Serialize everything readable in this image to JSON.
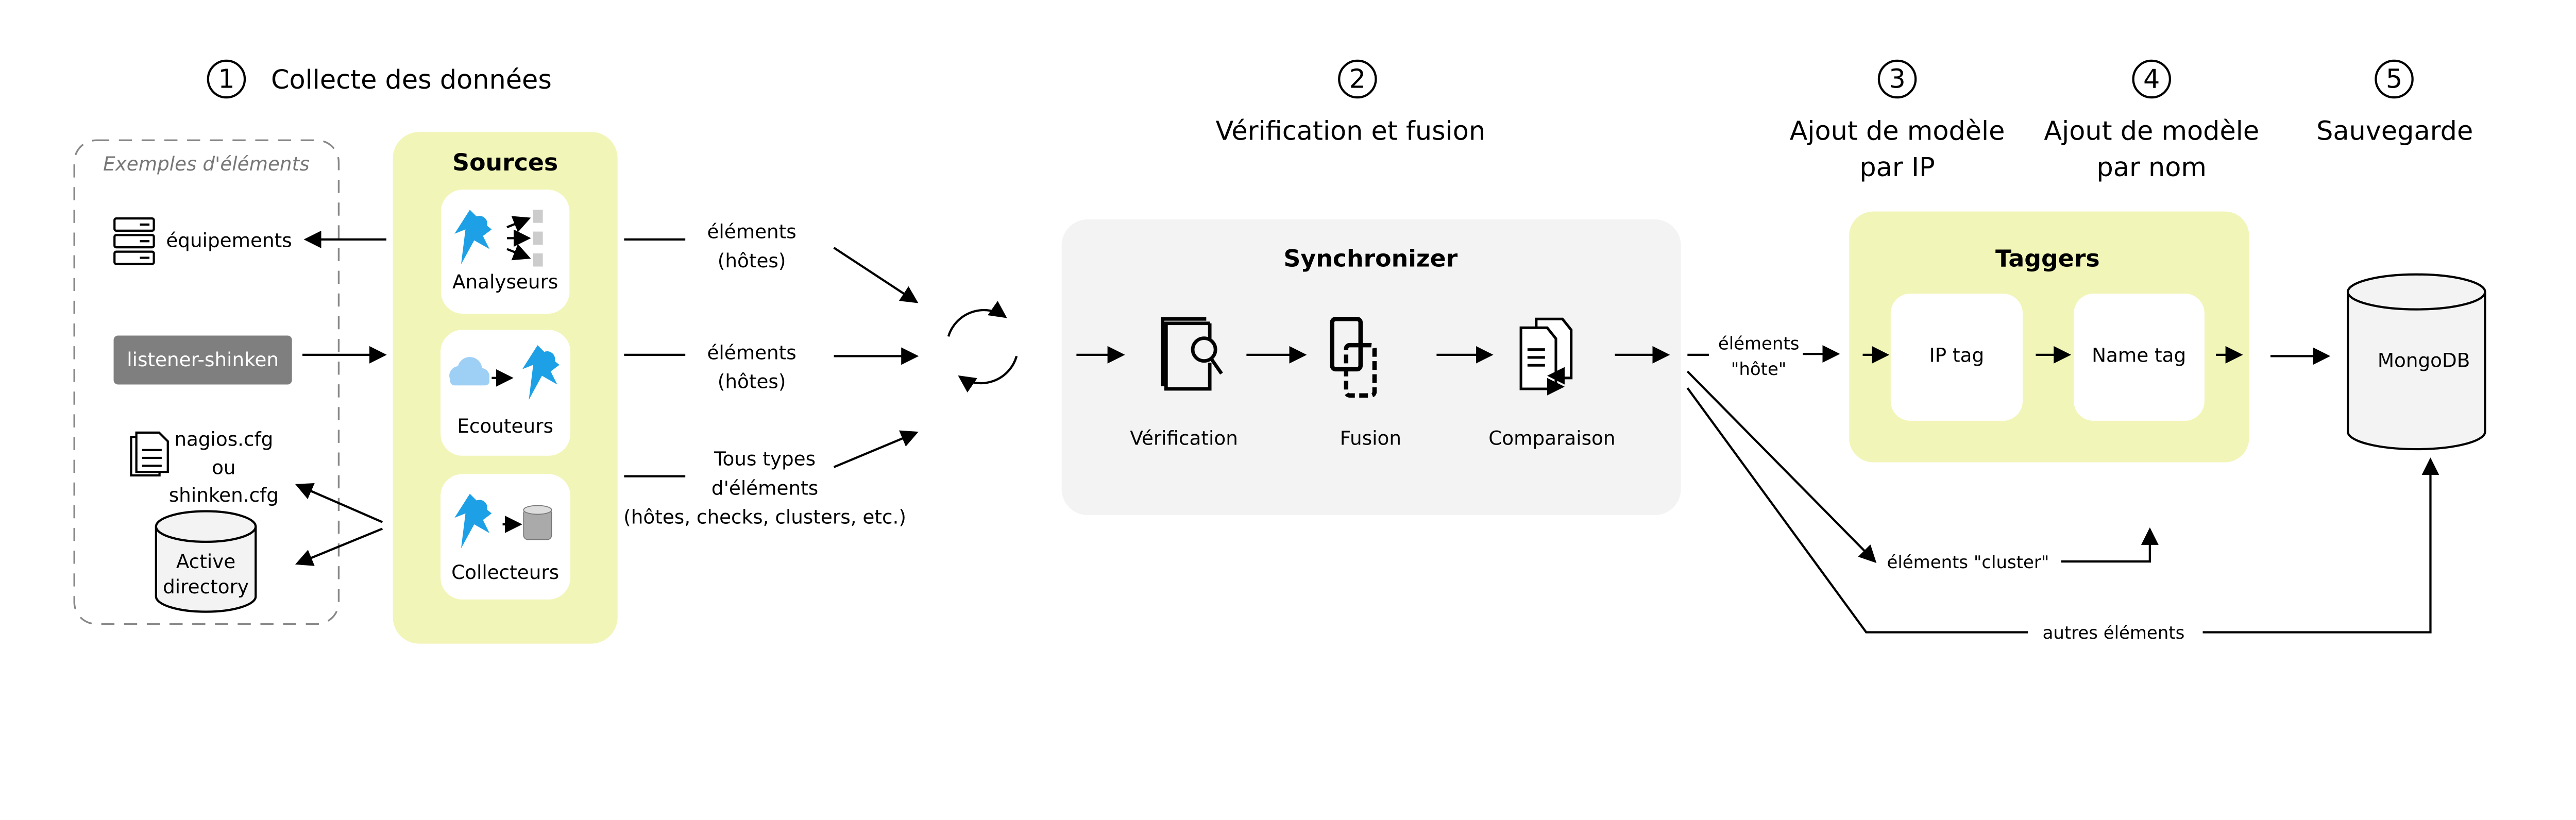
{
  "colors": {
    "source_box": "#f2f5b8",
    "taggers_box": "#f2f5b8",
    "sync_box": "#f3f3f3",
    "listener_box": "#7f7f7f",
    "ninja_blue": "#1ea0e6"
  },
  "steps": [
    {
      "number": "1",
      "title": "Collecte des données"
    },
    {
      "number": "2",
      "title": "Vérification et fusion"
    },
    {
      "number": "3",
      "title_line1": "Ajout de modèle",
      "title_line2": "par IP"
    },
    {
      "number": "4",
      "title_line1": "Ajout de modèle",
      "title_line2": "par nom"
    },
    {
      "number": "5",
      "title": "Sauvegarde"
    }
  ],
  "examples": {
    "title": "Exemples d'éléments",
    "equipements": "équipements",
    "listener": "listener-shinken",
    "config_line1": "nagios.cfg",
    "config_line2": "ou",
    "config_line3": "shinken.cfg",
    "ad_line1": "Active",
    "ad_line2": "directory"
  },
  "sources": {
    "title": "Sources",
    "items": [
      "Analyseurs",
      "Ecouteurs",
      "Collecteurs"
    ]
  },
  "flows": {
    "f1_line1": "éléments",
    "f1_line2": "(hôtes)",
    "f2_line1": "éléments",
    "f2_line2": "(hôtes)",
    "f3_line1": "Tous types",
    "f3_line2": "d'éléments",
    "f3_line3": "(hôtes, checks, clusters, etc.)",
    "host_line1": "éléments",
    "host_line2": "\"hôte\"",
    "cluster": "éléments \"cluster\"",
    "others": "autres éléments"
  },
  "synchronizer": {
    "title": "Synchronizer",
    "steps": [
      "Vérification",
      "Fusion",
      "Comparaison"
    ]
  },
  "taggers": {
    "title": "Taggers",
    "items": [
      "IP tag",
      "Name tag"
    ]
  },
  "storage": {
    "label": "MongoDB"
  }
}
